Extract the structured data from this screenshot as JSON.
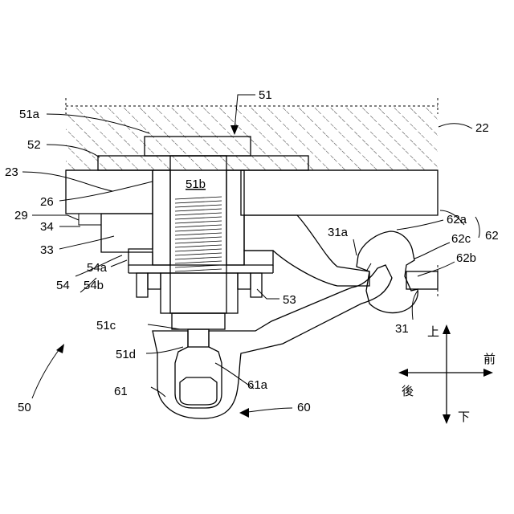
{
  "labels": {
    "l51": "51",
    "l51a": "51a",
    "l51b": "51b",
    "l51c": "51c",
    "l51d": "51d",
    "l52": "52",
    "l22": "22",
    "l23": "23",
    "l26": "26",
    "l29": "29",
    "l34": "34",
    "l33": "33",
    "l54": "54",
    "l54a": "54a",
    "l54b": "54b",
    "l53": "53",
    "l31a": "31a",
    "l62a": "62a",
    "l62c": "62c",
    "l62b": "62b",
    "l62": "62",
    "l31": "31",
    "l61a": "61a",
    "l61": "61",
    "l60": "60",
    "l50": "50"
  },
  "directions": {
    "up": "上",
    "down": "下",
    "front": "前",
    "rear": "後"
  }
}
